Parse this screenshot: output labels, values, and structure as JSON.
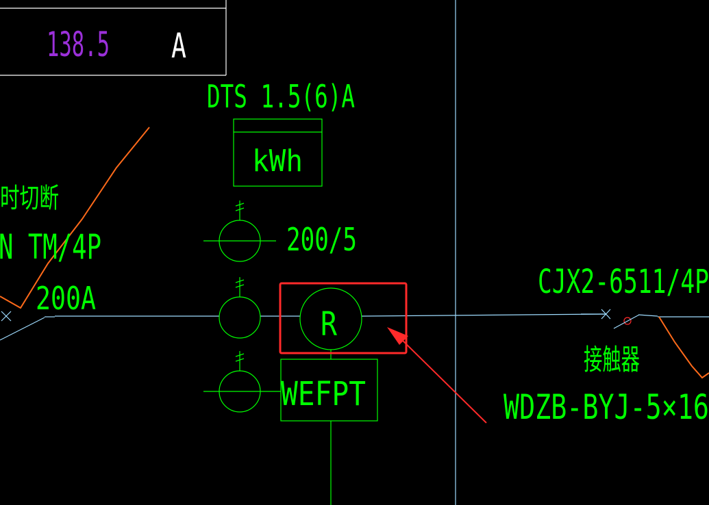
{
  "colors": {
    "background": "#000000",
    "green": "#00ff00",
    "white": "#ffffff",
    "magenta": "#9b30d9",
    "cyan_line": "#9fdcff",
    "orange": "#ff6a1a",
    "red_mark": "#ff2a2a"
  },
  "readout": {
    "value": "138.5",
    "unit": "A"
  },
  "meter": {
    "model": "DTS 1.5(6)A",
    "unit": "kWh"
  },
  "current_transformer": {
    "ratio": "200/5"
  },
  "left_labels": {
    "cut_text": "时切断",
    "breaker_model": "N TM/4P",
    "rating": "200A"
  },
  "relay": {
    "symbol": "R"
  },
  "module": {
    "label": "WEFPT"
  },
  "contactor": {
    "model": "CJX2-6511/4P",
    "name": "接触器"
  },
  "cable": {
    "spec": "WDZB-BYJ-5×16"
  },
  "icons": {
    "highlight": "red-highlight-rectangle",
    "pointer": "red-arrow-icon",
    "ct": "current-transformer-symbol",
    "switch": "switch-cross-mark"
  }
}
